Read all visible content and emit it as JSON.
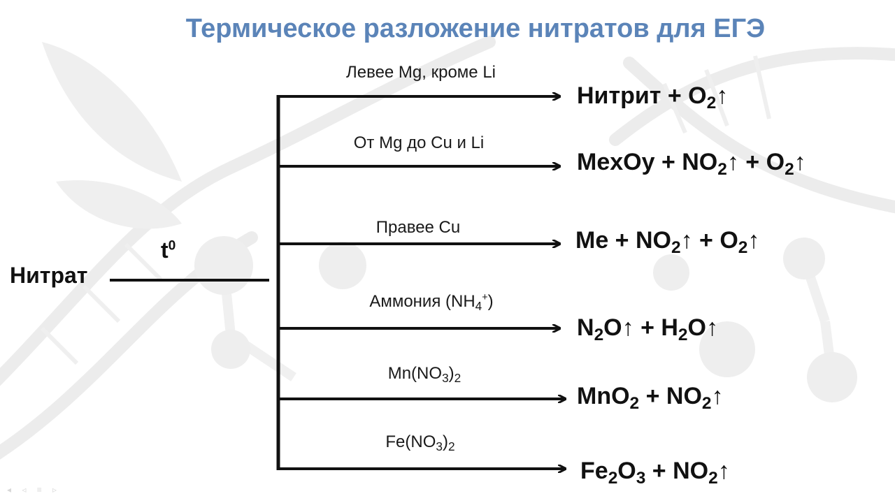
{
  "title": "Термическое разложение нитратов для ЕГЭ",
  "start": "Нитрат",
  "temperature": {
    "base": "t",
    "sup": "0"
  },
  "branches": [
    {
      "condition": [
        {
          "t": "Левее Mg, кроме Li"
        }
      ],
      "product": [
        {
          "t": "Нитрит + O"
        },
        {
          "t": "2",
          "sub": true
        },
        {
          "t": "↑"
        }
      ]
    },
    {
      "condition": [
        {
          "t": "От Mg до Cu и Li"
        }
      ],
      "product": [
        {
          "t": "MexOy + NO"
        },
        {
          "t": "2",
          "sub": true
        },
        {
          "t": "↑ + O"
        },
        {
          "t": "2",
          "sub": true
        },
        {
          "t": "↑"
        }
      ]
    },
    {
      "condition": [
        {
          "t": "Правее Cu"
        }
      ],
      "product": [
        {
          "t": "Me + NO"
        },
        {
          "t": "2",
          "sub": true
        },
        {
          "t": "↑ + O"
        },
        {
          "t": "2",
          "sub": true
        },
        {
          "t": "↑"
        }
      ]
    },
    {
      "condition": [
        {
          "t": "Аммония (NH"
        },
        {
          "t": "4",
          "sub": true
        },
        {
          "t": "+",
          "sup": true
        },
        {
          "t": ")"
        }
      ],
      "product": [
        {
          "t": "N"
        },
        {
          "t": "2",
          "sub": true
        },
        {
          "t": "O↑ + H"
        },
        {
          "t": "2",
          "sub": true
        },
        {
          "t": "O↑"
        }
      ]
    },
    {
      "condition": [
        {
          "t": "Mn(NO"
        },
        {
          "t": "3",
          "sub": true
        },
        {
          "t": ")"
        },
        {
          "t": "2",
          "sub": true
        }
      ],
      "product": [
        {
          "t": "MnO"
        },
        {
          "t": "2",
          "sub": true
        },
        {
          "t": " + NO"
        },
        {
          "t": "2",
          "sub": true
        },
        {
          "t": "↑"
        }
      ]
    },
    {
      "condition": [
        {
          "t": "Fe(NO"
        },
        {
          "t": "3",
          "sub": true
        },
        {
          "t": ")"
        },
        {
          "t": "2",
          "sub": true
        }
      ],
      "product": [
        {
          "t": "Fe"
        },
        {
          "t": "2",
          "sub": true
        },
        {
          "t": "O"
        },
        {
          "t": "3",
          "sub": true
        },
        {
          "t": " + NO"
        },
        {
          "t": "2",
          "sub": true
        },
        {
          "t": "↑"
        }
      ]
    }
  ],
  "colors": {
    "title": "#5b84b8",
    "lines": "#111111",
    "watermark": "#e6e6e6"
  },
  "icons": [
    "dna-helix-watermark-icon",
    "butterfly-watermark-icon",
    "molecule-watermark-icon",
    "slide-nav-icon"
  ]
}
